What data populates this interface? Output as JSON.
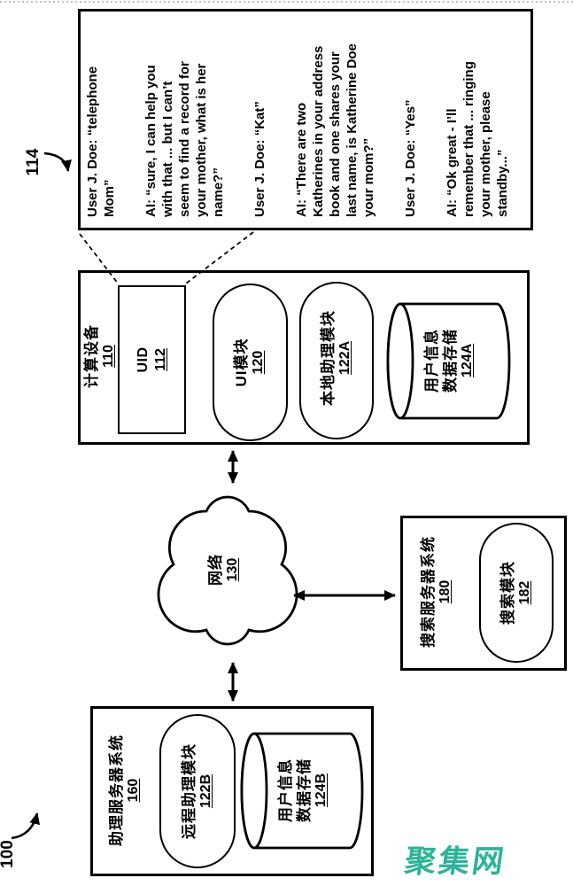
{
  "refs": {
    "r100": "100",
    "r114": "114"
  },
  "dialog": {
    "paragraphs": [
      "User J. Doe: “telephone\nMom”",
      "AI: “sure, I can help you\nwith that ... but I can’t\nseem to find a record for\nyour mother, what is her\nname?”",
      "User J. Doe: “Kat”",
      "AI: “There are two\nKatherines in your address\nbook and one shares your\nlast name, is Katherine Doe\nyour mom?”",
      "User J. Doe: “Yes”",
      "AI: “Ok great - I’ll\nremember that ... ringing\nyour mother, please\nstandby...”"
    ]
  },
  "computing_device": {
    "label": "计算设备",
    "ref": "110",
    "uid": {
      "label": "UID",
      "ref": "112"
    },
    "ui_module": {
      "label": "UI模块",
      "ref": "120"
    },
    "local_assistant": {
      "label": "本地助理模块",
      "ref": "122A"
    },
    "datastore": {
      "line1": "用户信息",
      "line2": "数据存储",
      "ref": "124A"
    }
  },
  "network": {
    "label": "网络",
    "ref": "130"
  },
  "search_server": {
    "label": "搜索服务器系统",
    "ref": "180",
    "search_module": {
      "label": "搜索模块",
      "ref": "182"
    }
  },
  "assistant_server": {
    "label": "助理服务器系统",
    "ref": "160",
    "remote_assistant": {
      "label": "远程助理模块",
      "ref": "122B"
    },
    "datastore": {
      "line1": "用户信息",
      "line2": "数据存储",
      "ref": "124B"
    }
  },
  "watermark": {
    "text": "聚集网",
    "color": "#2db398"
  }
}
